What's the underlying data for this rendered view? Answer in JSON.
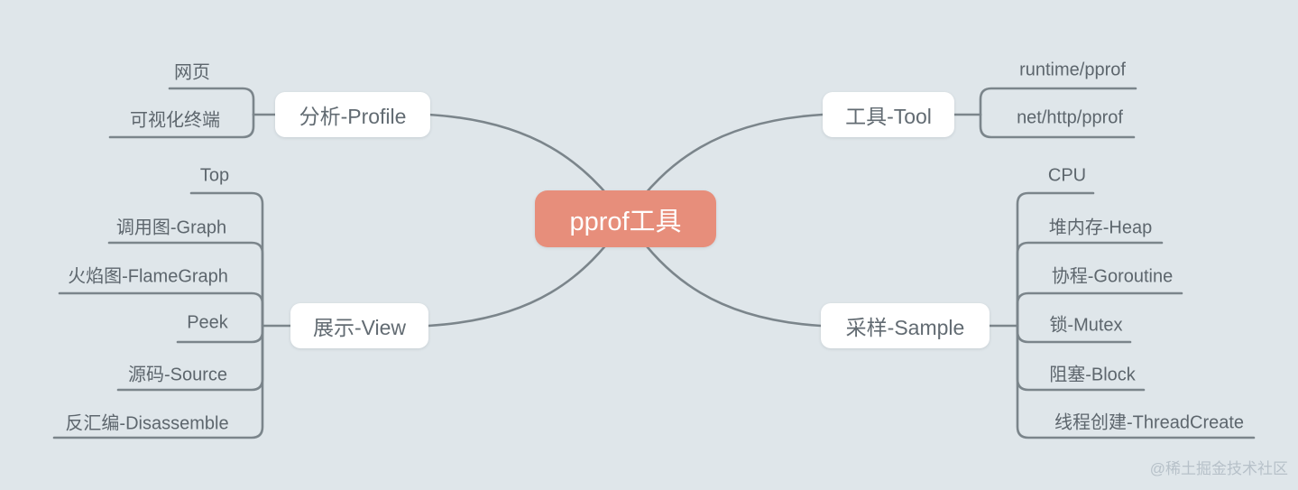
{
  "diagram": {
    "type": "mindmap",
    "root": {
      "label": "pprof工具"
    },
    "branches": [
      {
        "label": "分析-Profile",
        "position": "top-left",
        "children": [
          "网页",
          "可视化终端"
        ]
      },
      {
        "label": "工具-Tool",
        "position": "top-right",
        "children": [
          "runtime/pprof",
          "net/http/pprof"
        ]
      },
      {
        "label": "展示-View",
        "position": "bottom-left",
        "children": [
          "Top",
          "调用图-Graph",
          "火焰图-FlameGraph",
          "Peek",
          "源码-Source",
          "反汇编-Disassemble"
        ]
      },
      {
        "label": "采样-Sample",
        "position": "bottom-right",
        "children": [
          "CPU",
          "堆内存-Heap",
          "协程-Goroutine",
          "锁-Mutex",
          "阻塞-Block",
          "线程创建-ThreadCreate"
        ]
      }
    ],
    "watermark": "@稀土掘金技术社区",
    "colors": {
      "background": "#dfe6ea",
      "root_fill": "#e78e7b",
      "root_text": "#ffffff",
      "connector": "#7b858b",
      "node_fill": "#ffffff",
      "node_text": "#626b72",
      "leaf_text": "#5d666d",
      "watermark_text": "#b7c1c9"
    }
  }
}
